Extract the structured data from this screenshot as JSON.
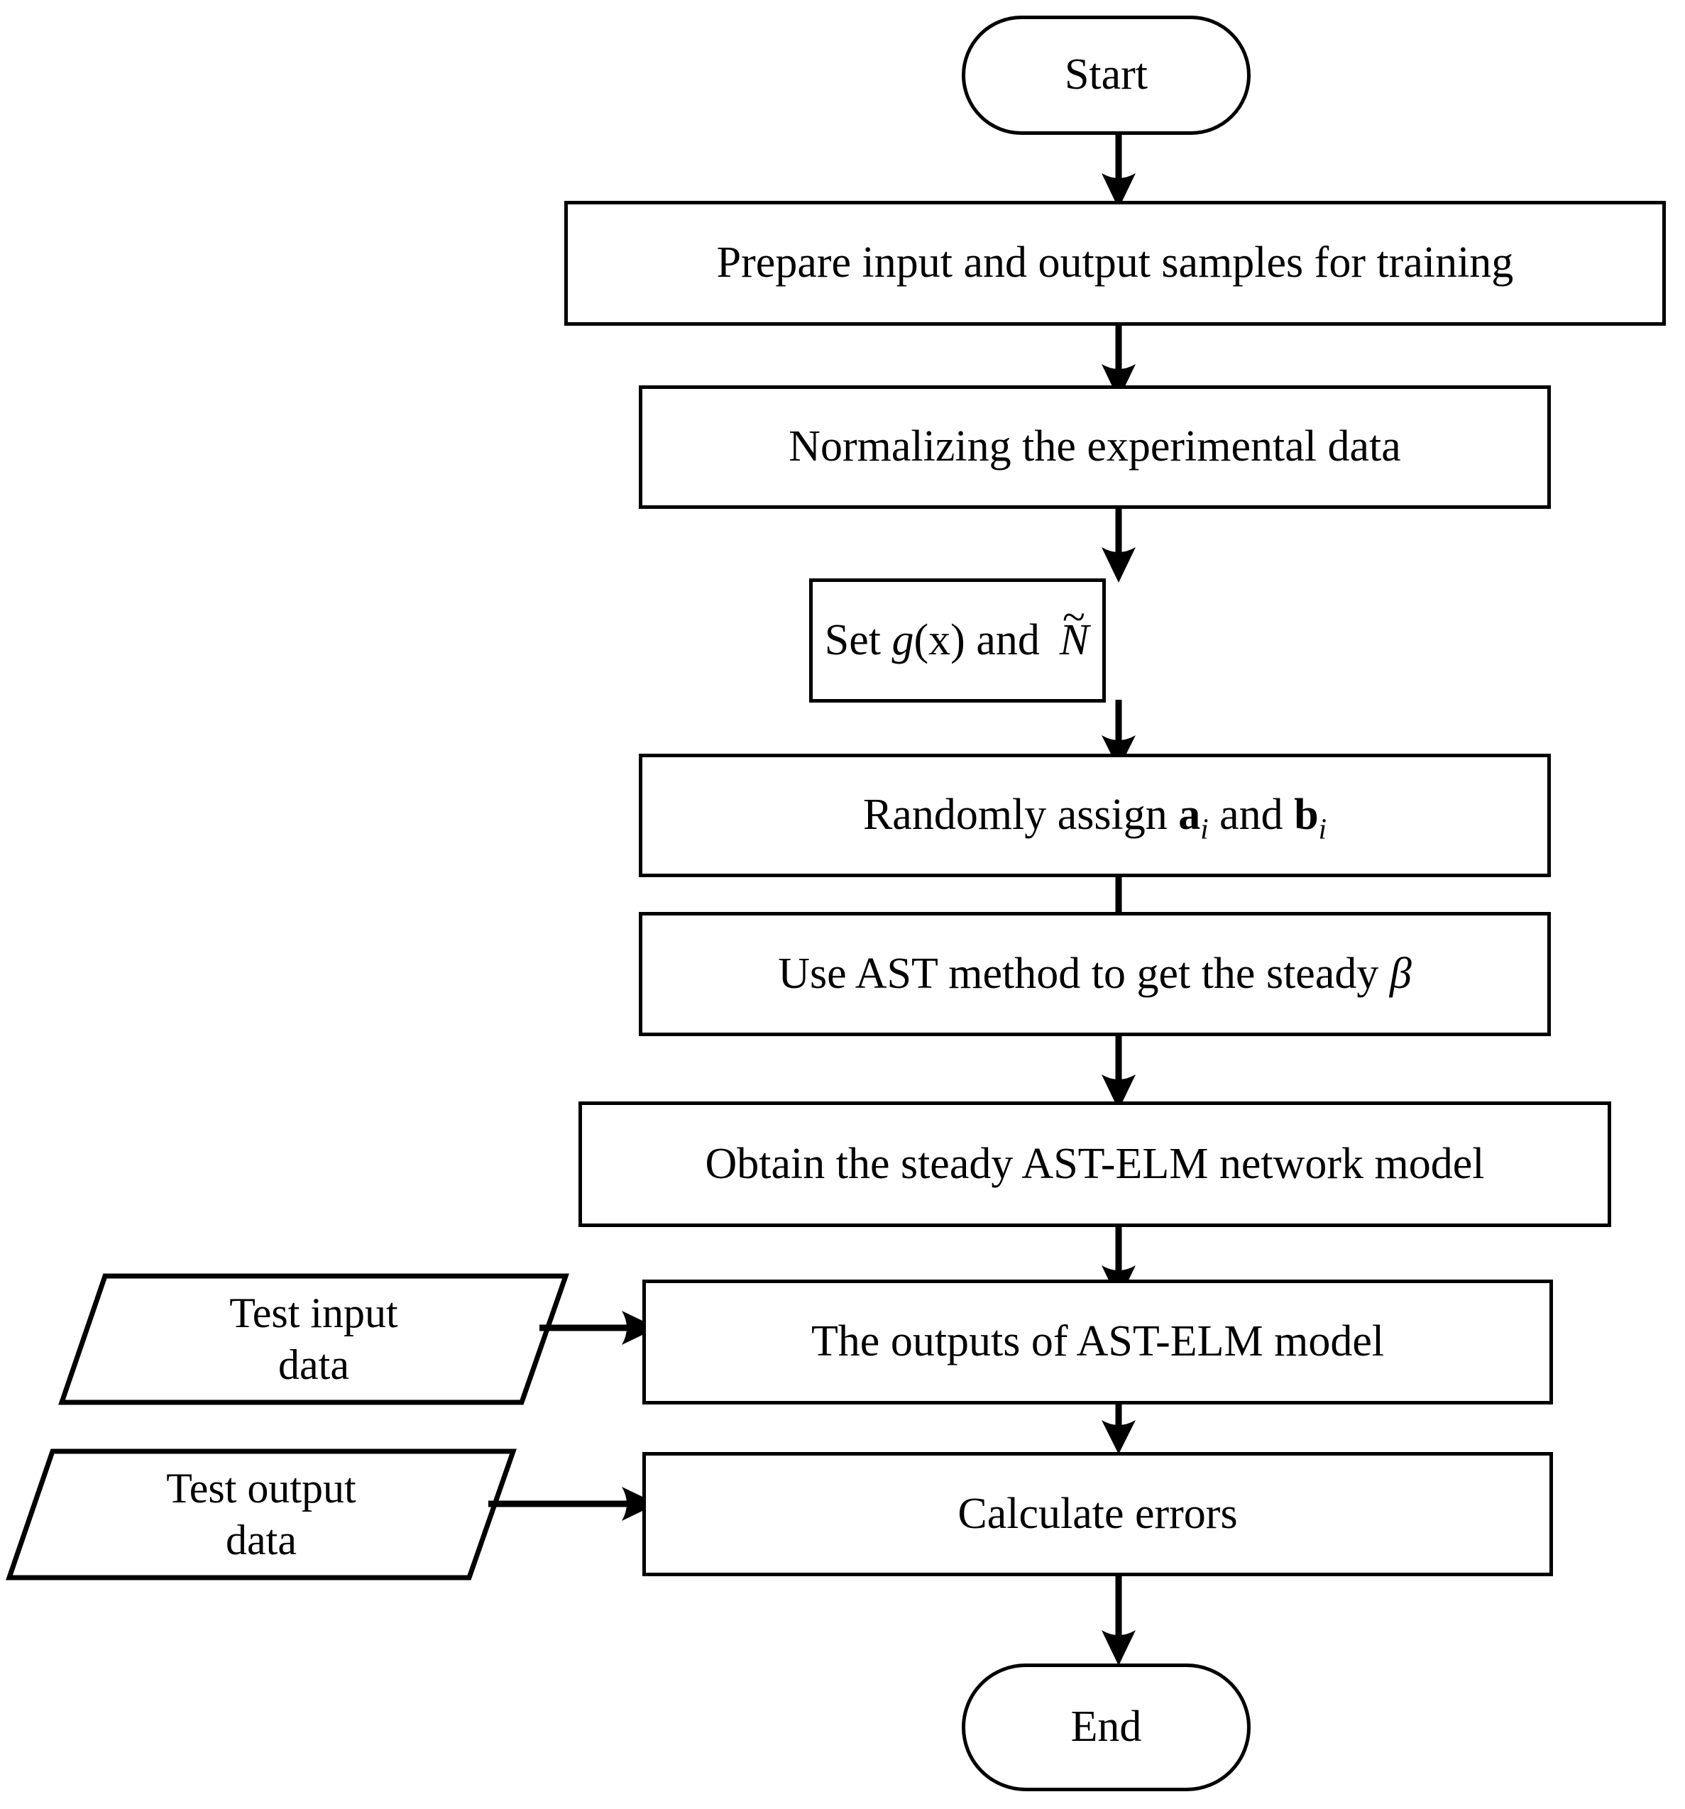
{
  "diagram": {
    "title": "AST-ELM modeling flowchart",
    "stroke_color": "#000000",
    "background_color": "#ffffff",
    "nodes": [
      {
        "id": "start",
        "shape": "terminator",
        "label": "Start"
      },
      {
        "id": "prepare",
        "shape": "process",
        "label": "Prepare input and output samples for training"
      },
      {
        "id": "normalize",
        "shape": "process",
        "label": "Normalizing the experimental data"
      },
      {
        "id": "set_params",
        "shape": "process",
        "label_prefix": "Set ",
        "label_g": "g",
        "label_x": "(x) and",
        "label_var": "N",
        "label_accent": "~",
        "label_plain": "Set g(x) and Ñ"
      },
      {
        "id": "assign_ab",
        "shape": "process",
        "label_prefix": "Randomly assign ",
        "label_a": "a",
        "label_sub_a": "i",
        "label_mid": " and ",
        "label_b": "b",
        "label_sub_b": "i",
        "label_plain": "Randomly assign a_i and b_i"
      },
      {
        "id": "ast_beta",
        "shape": "process",
        "label_prefix": "Use AST method to get the steady ",
        "label_beta": "β",
        "label_plain": "Use AST method to get the steady β"
      },
      {
        "id": "obtain_model",
        "shape": "process",
        "label": "Obtain the steady AST-ELM network model"
      },
      {
        "id": "outputs",
        "shape": "process",
        "label": "The outputs of AST-ELM model"
      },
      {
        "id": "calc_errors",
        "shape": "process",
        "label": "Calculate errors"
      },
      {
        "id": "test_input",
        "shape": "parallelogram",
        "label": "Test input\ndata"
      },
      {
        "id": "test_output",
        "shape": "parallelogram",
        "label": "Test output\ndata"
      },
      {
        "id": "end",
        "shape": "terminator",
        "label": "End"
      }
    ],
    "edges": [
      {
        "from": "start",
        "to": "prepare",
        "direction": "down"
      },
      {
        "from": "prepare",
        "to": "normalize",
        "direction": "down"
      },
      {
        "from": "normalize",
        "to": "set_params",
        "direction": "down"
      },
      {
        "from": "set_params",
        "to": "assign_ab",
        "direction": "down"
      },
      {
        "from": "assign_ab",
        "to": "ast_beta",
        "direction": "down"
      },
      {
        "from": "ast_beta",
        "to": "obtain_model",
        "direction": "down"
      },
      {
        "from": "obtain_model",
        "to": "outputs",
        "direction": "down"
      },
      {
        "from": "outputs",
        "to": "calc_errors",
        "direction": "down"
      },
      {
        "from": "calc_errors",
        "to": "end",
        "direction": "down"
      },
      {
        "from": "test_input",
        "to": "outputs",
        "direction": "right"
      },
      {
        "from": "test_output",
        "to": "calc_errors",
        "direction": "right"
      }
    ]
  }
}
